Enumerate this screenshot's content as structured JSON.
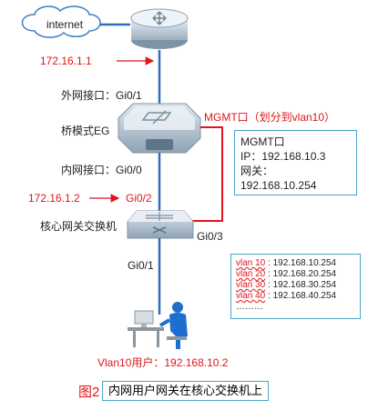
{
  "internet": {
    "label": "internet"
  },
  "devices": {
    "router": {
      "ip": "172.16.1.1"
    },
    "eg": {
      "wan_port": "外网接口：Gi0/1",
      "mode": "桥模式EG",
      "device_label": "EG",
      "lan_port": "内网接口：Gi0/0",
      "mgmt_port": "MGMT口（划分到vlan10）"
    },
    "core_switch": {
      "name": "核心网关交换机",
      "ip": "172.16.1.2",
      "port_up": "Gi0/2",
      "port_mgmt": "Gi0/3",
      "port_down": "Gi0/1"
    }
  },
  "mgmt_info": {
    "title": "MGMT口",
    "ip": "IP：192.168.10.3",
    "gateway_label": "网关：",
    "gateway": "192.168.10.254"
  },
  "vlan_list": [
    {
      "name": "vlan 10",
      "gateway": "192.168.10.254"
    },
    {
      "name": "vlan 20",
      "gateway": "192.168.20.254"
    },
    {
      "name": "vlan 30",
      "gateway": "192.168.30.254"
    },
    {
      "name": "vlan 40",
      "gateway": "192.168.40.254"
    }
  ],
  "vlan_ellipsis": "………",
  "user": {
    "label": "Vlan10用户：192.168.10.2"
  },
  "figure": {
    "number": "图2",
    "caption": "内网用户网关在核心交换机上"
  },
  "colors": {
    "accent_red": "#e0151b",
    "line_blue": "#2f6fb8",
    "box_border": "#4aa6c8"
  }
}
